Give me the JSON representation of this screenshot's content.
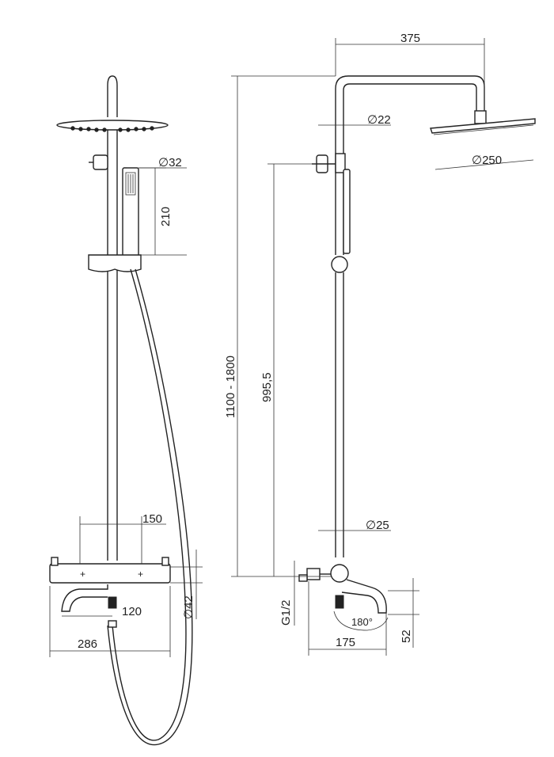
{
  "diagram": {
    "front_view": {
      "labels": {
        "handshower_diameter": "∅32",
        "handshower_height": "210",
        "valve_spacing": "150",
        "body_diameter": "∅42",
        "spout_reach": "120",
        "overall_width": "286"
      }
    },
    "side_view": {
      "labels": {
        "arm_reach": "375",
        "arm_diameter": "∅22",
        "head_diameter": "∅250",
        "total_height": "1100 - 1800",
        "riser_height": "995,5",
        "riser_diameter": "∅25",
        "inlet_thread": "G1/2",
        "spout_rotation": "180°",
        "spout_projection": "175",
        "spout_height": "52"
      }
    },
    "colors": {
      "line": "#222222",
      "background": "#ffffff"
    }
  }
}
